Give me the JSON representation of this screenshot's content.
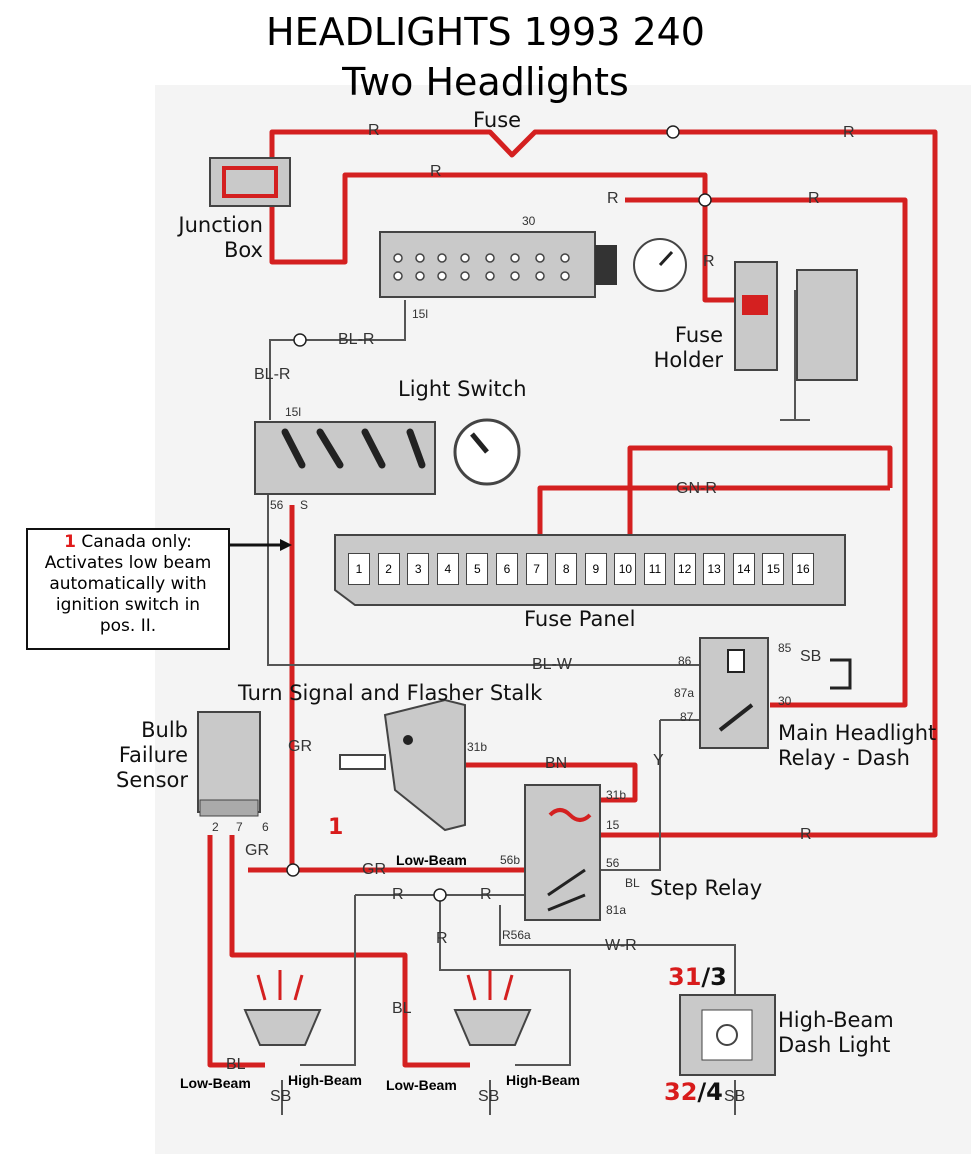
{
  "title": {
    "line1": "HEADLIGHTS 1993 240",
    "line2": "Two Headlights"
  },
  "labels": {
    "fuse": "Fuse",
    "junction_box": [
      "Junction",
      "Box"
    ],
    "fuse_holder": [
      "Fuse",
      "Holder"
    ],
    "light_switch": "Light Switch",
    "fuse_panel": "Fuse Panel",
    "turn_signal": "Turn Signal and Flasher Stalk",
    "bulb_failure": [
      "Bulb",
      "Failure",
      "Sensor"
    ],
    "main_relay": [
      "Main Headlight",
      "Relay - Dash"
    ],
    "step_relay": "Step Relay",
    "dash_light": [
      "High-Beam",
      "Dash Light"
    ]
  },
  "note": {
    "number": "1",
    "lines": [
      "Canada only:",
      "Activates low beam",
      "automatically with",
      "ignition switch in",
      "pos. II."
    ]
  },
  "wires": {
    "r": "R",
    "bl_r": "BL-R",
    "gn_r": "GN-R",
    "bl_w": "BL-W",
    "gr": "GR",
    "bn": "BN",
    "y": "Y",
    "w_r": "W-R",
    "bl": "BL",
    "sb": "SB"
  },
  "terminals": {
    "t30": "30",
    "t15l": "15l",
    "t56": "56",
    "ts": "S",
    "t85": "85",
    "t86": "86",
    "t87a": "87a",
    "t87": "87",
    "t31b": "31b",
    "t15": "15",
    "t56b": "56b",
    "t56a": "56",
    "tbl": "BL",
    "t81a": "81a",
    "tr56a": "R56a",
    "t2": "2",
    "t7": "7",
    "t6": "6",
    "marker1": "1"
  },
  "fuse_slots": [
    "1",
    "2",
    "3",
    "4",
    "5",
    "6",
    "7",
    "8",
    "9",
    "10",
    "11",
    "12",
    "13",
    "14",
    "15",
    "16"
  ],
  "beams": {
    "low": "Low-Beam",
    "high": "High-Beam"
  },
  "dash_pins": {
    "top_red": "31",
    "top_black": "/3",
    "bottom_red": "32",
    "bottom_black": "/4"
  },
  "colors": {
    "wire_red": "#d42020",
    "wire_gray": "#555555",
    "panel": "#c9c9c9",
    "accent": "#e01b1b"
  }
}
